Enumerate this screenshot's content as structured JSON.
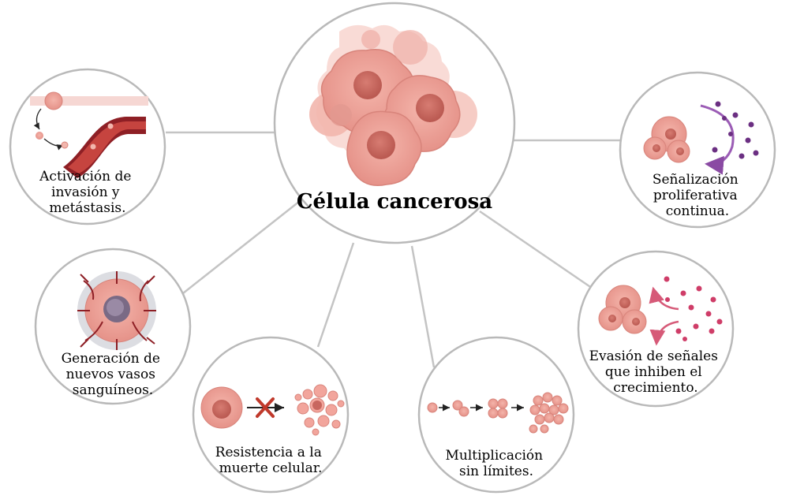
{
  "center": {
    "title": "Célula cancerosa"
  },
  "nodes": {
    "invasion": {
      "line1": "Activación de",
      "line2": "invasión y",
      "line3": "metástasis."
    },
    "signaling": {
      "line1": "Señalización",
      "line2": "proliferativa",
      "line3": "continua."
    },
    "angiogenesis": {
      "line1": "Generación de",
      "line2": "nuevos vasos",
      "line3": "sanguíneos."
    },
    "death": {
      "line1": "Resistencia a la",
      "line2": "muerte celular."
    },
    "multiplication": {
      "line1": "Multiplicación",
      "line2": "sin límites."
    },
    "evasion": {
      "line1": "Evasión de señales",
      "line2": "que inhiben el",
      "line3": "crecimiento."
    }
  },
  "colors": {
    "circle_stroke": "#b9b9b9",
    "connector": "#c4c4c4",
    "cell_fill": "#eb9c92",
    "cell_light": "#f5c6be",
    "nucleus": "#c8675f",
    "vessel": "#8e1f25",
    "purple": "#7a3d8f",
    "pink_dots": "#d0476f",
    "cross": "#c0392b"
  }
}
